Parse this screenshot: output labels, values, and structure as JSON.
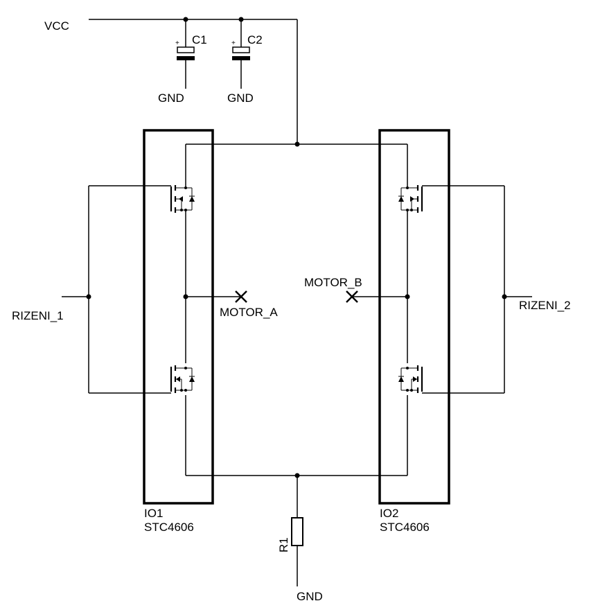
{
  "nets": {
    "vcc": "VCC",
    "gnd_c1": "GND",
    "gnd_c2": "GND",
    "gnd_r1": "GND",
    "rizeni_1": "RIZENI_1",
    "rizeni_2": "RIZENI_2",
    "motor_a": "MOTOR_A",
    "motor_b": "MOTOR_B"
  },
  "components": {
    "c1": {
      "ref": "C1",
      "polarity": "+"
    },
    "c2": {
      "ref": "C2",
      "polarity": "+"
    },
    "r1": {
      "ref": "R1"
    },
    "io1": {
      "ref": "IO1",
      "part": "STC4606"
    },
    "io2": {
      "ref": "IO2",
      "part": "STC4606"
    }
  }
}
